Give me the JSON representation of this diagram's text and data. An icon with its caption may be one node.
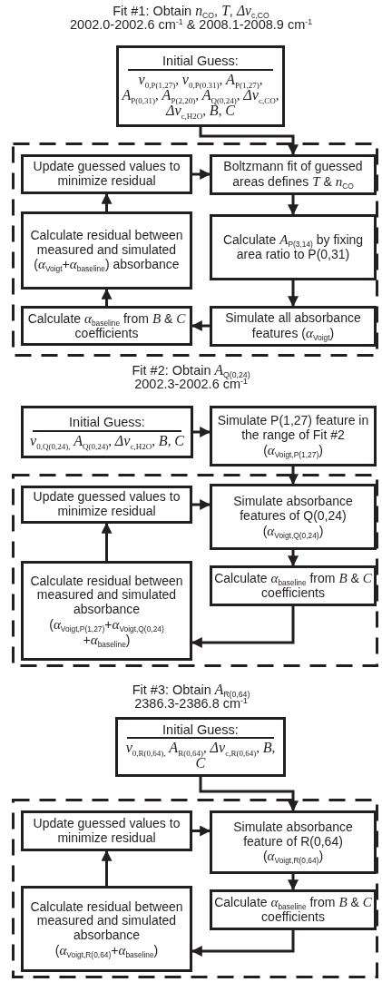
{
  "diagram": {
    "nodes": [
      {
        "text": [
          "Initial Guess:",
          "*ν*$_{0,P(1,27)}$, *ν*$_{0,P(0.31)}$, *A*$_{P(1,27)}$, *A*$_{P(0,31)}$, *A*$_{P(2,20)}$, *A*$_{Q(0,24)}$, *Δν*$_{c,CO}$, *Δν*$_{c,H2O}$, *B*, *C*"
        ]
      },
      {
        "text": [],
        "shape": "box"
      },
      {
        "text": [
          "Update guessed values to minimize residual"
        ],
        "in": 1
      },
      {
        "text": [
          "Boltzmann fit of guessed areas defines *T* & *n*$_{CO}$"
        ],
        "in": 1
      },
      {
        "text": [
          "Calculate residual between measured and simulated (*α*$_{Voigt}$+*α*$_{baseline}$) absorbance"
        ],
        "in": 1
      },
      {
        "text": [
          "Calculate *A*$_{P(3,14)}$ by fixing area ratio to P(0,31)"
        ],
        "in": 1
      },
      {
        "text": [
          "Calculate *α*$_{baseline}$ from *B* & *C* coefficients"
        ],
        "in": 1
      },
      {
        "text": [
          "Simulate all absorbance features (*α*$_{Voigt}$)"
        ],
        "in": 1
      },
      {
        "text": [
          "Initial Guess:",
          "*ν*$_{0,Q(0,24),}$ *A*$_{Q(0,24)}$, *Δν*$_{c,H2O}$, *B*, *C*"
        ]
      },
      {
        "text": [
          "Simulate P(1,27) feature in the range of Fit #2 (*α*$_{Voigt,P(1,27)}$)"
        ]
      },
      {
        "text": [],
        "shape": "box"
      },
      {
        "text": [
          "Update guessed values to minimize residual"
        ],
        "in": 10
      },
      {
        "text": [
          "Simulate absorbance features of Q(0,24) (*α*$_{Voigt,Q(0,24)}$)"
        ],
        "in": 10
      },
      {
        "text": [
          "Calculate residual between measured and simulated absorbance (*α*$_{Voigt,P(1,27)}$+*α*$_{Voigt,Q(0,24)}$ +*α*$_{baseline}$)"
        ],
        "in": 10
      },
      {
        "text": [
          "Calculate *α*$_{baseline}$ from *B* & *C* coefficients"
        ],
        "in": 10
      },
      {
        "text": [
          "Initial Guess:",
          "*ν*$_{0,R(0,64),}$ *A*$_{R(0,64)}$, *Δν*$_{c,R(0,64)}$, *B*, *C*"
        ]
      },
      {
        "text": [],
        "shape": "box"
      },
      {
        "text": [
          "Update guessed values to minimize residual"
        ],
        "in": 16
      },
      {
        "text": [
          "Simulate absorbance feature of R(0,64) (*α*$_{Voigt,R(0,64)}$)"
        ],
        "in": 16
      },
      {
        "text": [
          "Calculate residual between measured and simulated absorbance (*α*$_{Voigt,R(0,64)}$+*α*$_{baseline}$)"
        ],
        "in": 16
      },
      {
        "text": [
          "Calculate *α*$_{baseline}$ from *B* & *C* coefficients"
        ],
        "in": 16
      }
    ],
    "edges": [
      {
        "from": 0,
        "to": 3,
        "arrow": "to"
      },
      {
        "from": 2,
        "to": 3,
        "arrow": "to"
      },
      {
        "from": 3,
        "to": 5,
        "arrow": "to"
      },
      {
        "from": 5,
        "to": 7,
        "arrow": "to"
      },
      {
        "from": 7,
        "to": 6,
        "arrow": "to"
      },
      {
        "from": 6,
        "to": 4,
        "arrow": "to"
      },
      {
        "from": 4,
        "to": 2,
        "arrow": "to"
      },
      {
        "from": 8,
        "to": 9,
        "arrow": "to"
      },
      {
        "from": 9,
        "to": 12,
        "arrow": "to"
      },
      {
        "from": 11,
        "to": 12,
        "arrow": "to"
      },
      {
        "from": 12,
        "to": 14,
        "arrow": "to"
      },
      {
        "from": 14,
        "to": 13,
        "arrow": "to"
      },
      {
        "from": 13,
        "to": 11,
        "arrow": "to"
      },
      {
        "from": 15,
        "to": 18,
        "arrow": "to"
      },
      {
        "from": 17,
        "to": 18,
        "arrow": "to"
      },
      {
        "from": 18,
        "to": 20,
        "arrow": "to"
      },
      {
        "from": 20,
        "to": 19,
        "arrow": "to"
      },
      {
        "from": 19,
        "to": 17,
        "arrow": "to"
      }
    ],
    "labels": [
      "Fit #1: Obtain *n*$_{CO}$, *T*, *Δν*$_{c,CO}$",
      "2002.0-2002.6 cm$^{-1}$ & 2008.1-2008.9 cm$^{-1}$",
      "Fit #2: Obtain *A*$_{Q(0,24)}$",
      "2002.3-2002.6 cm$^{-1}$",
      "Fit #3: Obtain *A*$_{R(0,64)}$",
      "2386.3-2386.8 cm$^{-1}$"
    ]
  }
}
